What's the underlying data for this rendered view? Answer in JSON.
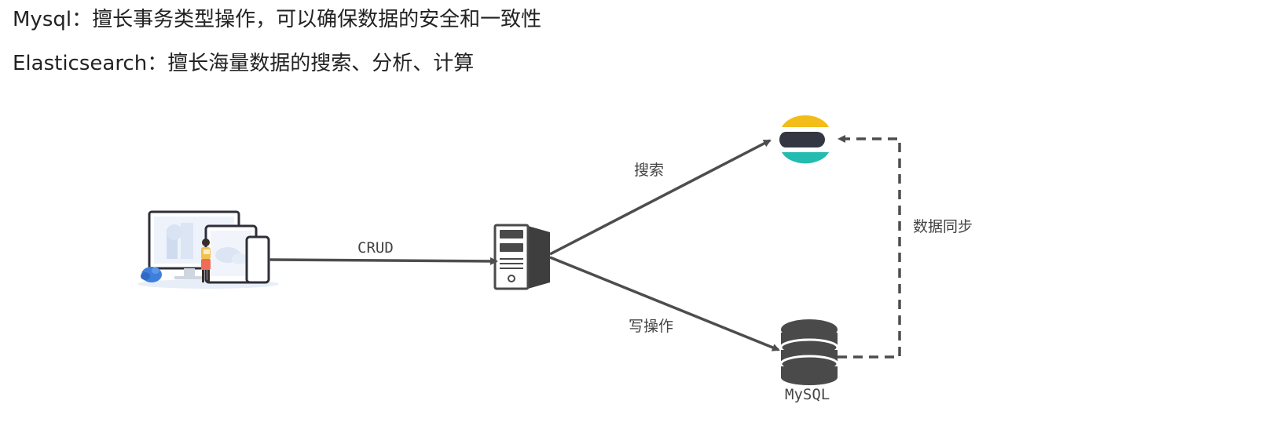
{
  "headings": {
    "mysql_line": "Mysql：擅长事务类型操作，可以确保数据的安全和一致性",
    "es_line": "Elasticsearch：擅长海量数据的搜索、分析、计算"
  },
  "edges": {
    "crud": "CRUD",
    "search": "搜索",
    "write": "写操作",
    "sync": "数据同步"
  },
  "nodes": {
    "mysql_label": "MySQL",
    "client_icon": "devices-illustration-icon",
    "server_icon": "server-icon",
    "es_icon": "elasticsearch-logo-icon",
    "db_icon": "database-icon"
  },
  "colors": {
    "arrow": "#4d4d4d",
    "es_yellow": "#f3bd19",
    "es_dark": "#343741",
    "es_teal": "#24bbb1",
    "db": "#4a4a4a"
  }
}
